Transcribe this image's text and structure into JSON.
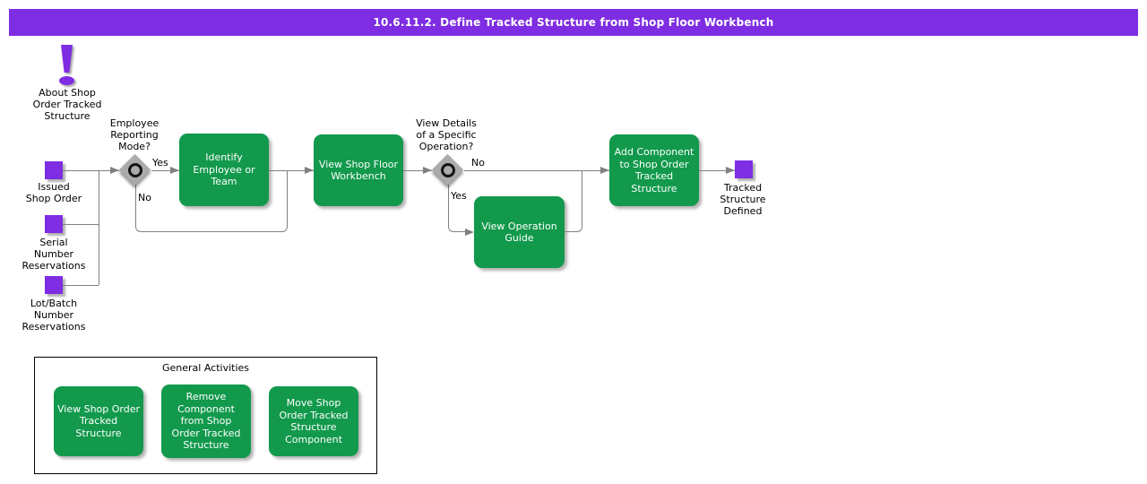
{
  "header": {
    "title": "10.6.11.2. Define Tracked Structure from Shop Floor Workbench"
  },
  "colors": {
    "purple": "#7E2DE2",
    "green": "#12994C",
    "line": "#808080",
    "diamond": "#ABABAB"
  },
  "flow": {
    "annotation": {
      "label": "About Shop\nOrder Tracked\nStructure"
    },
    "starts": [
      {
        "label": "Issued\nShop Order"
      },
      {
        "label": "Serial\nNumber\nReservations"
      },
      {
        "label": "Lot/Batch\nNumber\nReservations"
      }
    ],
    "decisions": [
      {
        "label": "Employee\nReporting\nMode?",
        "yes": "Yes",
        "no": "No"
      },
      {
        "label": "View Details\nof a Specific\nOperation?",
        "yes": "Yes",
        "no": "No"
      }
    ],
    "activities": [
      {
        "label": "Identify\nEmployee or\nTeam"
      },
      {
        "label": "View Shop Floor\nWorkbench"
      },
      {
        "label": "View Operation\nGuide"
      },
      {
        "label": "Add Component\nto Shop Order\nTracked\nStructure"
      }
    ],
    "end": {
      "label": "Tracked\nStructure\nDefined"
    }
  },
  "general_activities": {
    "title": "General Activities",
    "items": [
      {
        "label": "View Shop Order\nTracked\nStructure"
      },
      {
        "label": "Remove\nComponent\nfrom Shop\nOrder Tracked\nStructure"
      },
      {
        "label": "Move Shop\nOrder Tracked\nStructure\nComponent"
      }
    ]
  }
}
